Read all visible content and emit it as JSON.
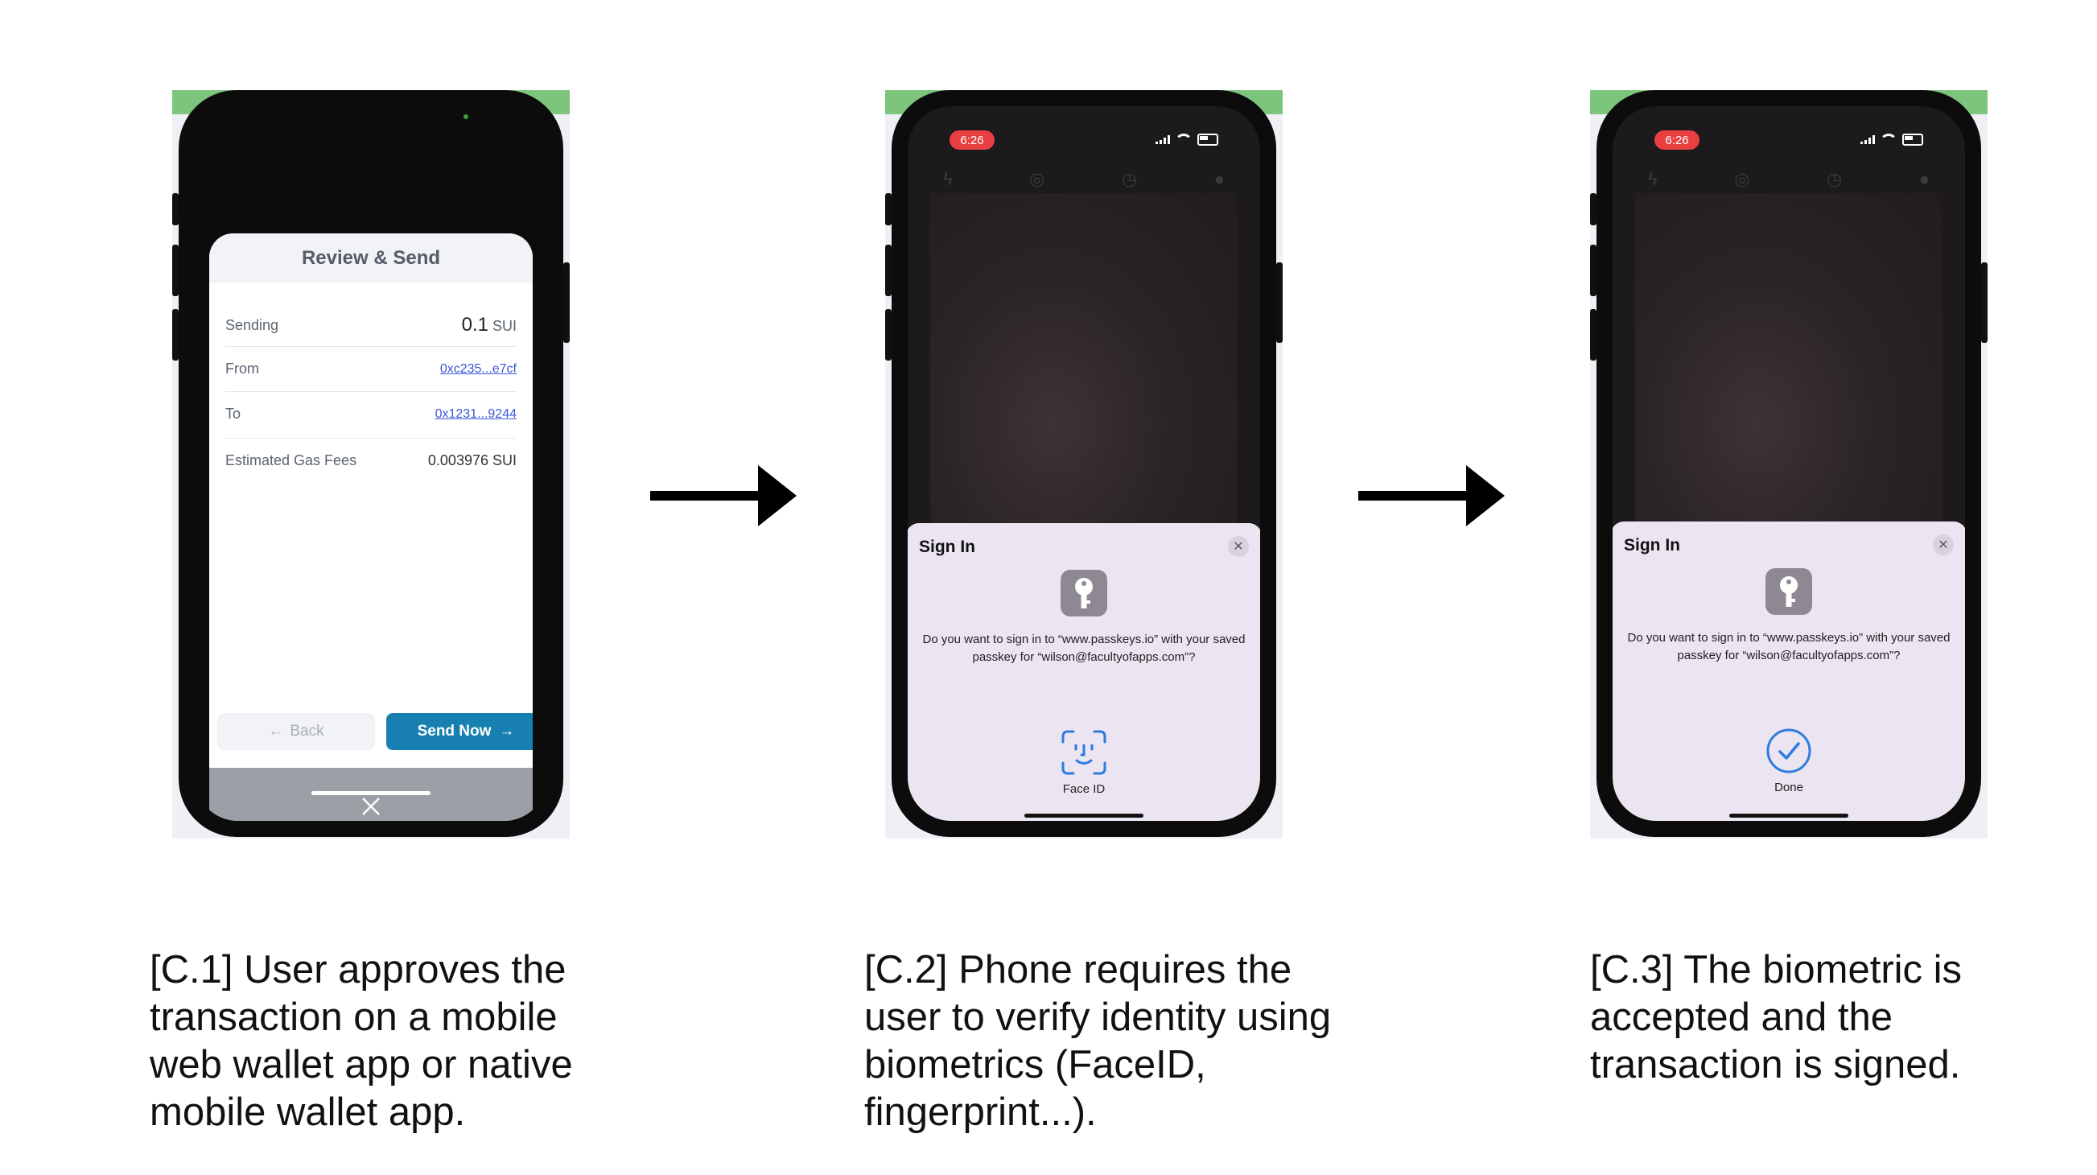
{
  "panel1": {
    "sheet_title": "Review & Send",
    "sending_label": "Sending",
    "sending_amount": "0.1",
    "sending_unit": "SUI",
    "from_label": "From",
    "from_value": "0xc235...e7cf",
    "to_label": "To",
    "to_value": "0x1231...9244",
    "gas_label": "Estimated Gas Fees",
    "gas_value": "0.003976 SUI",
    "back_label": "Back",
    "send_label": "Send Now"
  },
  "panel2": {
    "time": "6:26",
    "sheet_title": "Sign In",
    "message": "Do you want to sign in to “www.passkeys.io” with your saved passkey for “wilson@facultyofapps.com”?",
    "action_label": "Face ID"
  },
  "panel3": {
    "time": "6:26",
    "sheet_title": "Sign In",
    "message": "Do you want to sign in to “www.passkeys.io” with your saved passkey for “wilson@facultyofapps.com”?",
    "action_label": "Done"
  },
  "captions": {
    "c1": "[C.1] User approves the\ntransaction on a mobile\nweb wallet app or native\nmobile wallet app.",
    "c2": "[C.2] Phone requires the\nuser to verify identity using\nbiometrics (FaceID,\nfingerprint...).",
    "c3": "[C.3] The biometric is\naccepted and the\ntransaction is signed."
  },
  "colors": {
    "send_button": "#1880b0",
    "link": "#3a56d8",
    "time_pill": "#e84040",
    "sign_sheet": "#ebe4f1",
    "faceid_blue": "#2f7be0"
  }
}
